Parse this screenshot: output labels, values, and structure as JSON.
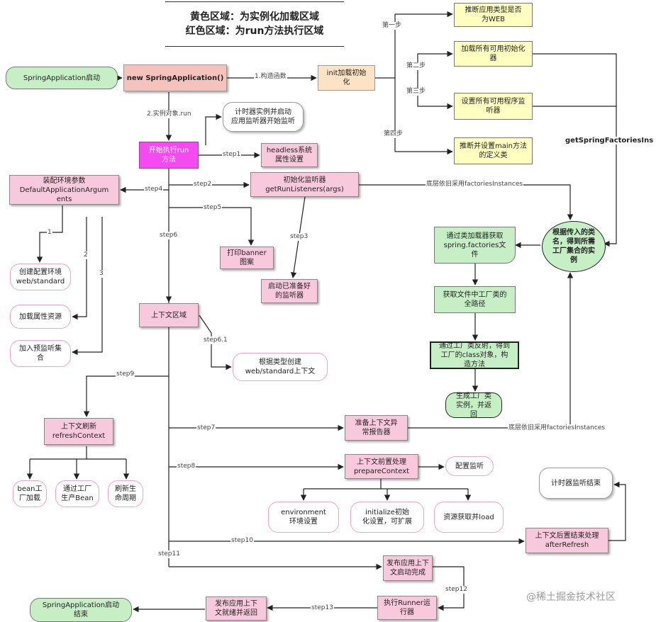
{
  "title": {
    "line1": "黄色区域：为实例化加载区域",
    "line2": "红色区域：为run方法执行区域"
  },
  "nodes": {
    "start": "SpringApplication启动",
    "new_app": "new SpringApplication()",
    "init": "init加载初始\n化",
    "deduce_web": "推断应用类型是否\n为WEB",
    "load_init": "加载所有可用初始化\n器",
    "set_listener": "设置所有可用程序监\n听器",
    "main_class": "推断并设置main方法\n的定义类",
    "timer_start": "计时器实例并启动\n应用监听器开始监听",
    "run_start": "开始执行run\n方法",
    "headless": "headless系统\n属性设置",
    "env_args": "装配环境参数\nDefaultApplicationArgum\nents",
    "run_listeners": "初始化监听器\ngetRunListeners(args)",
    "spring_factories": "通过类加载器获取\nspring.factories文\n件",
    "by_name": "根据传入的类\n名，得到所需\n工厂集合的实\n例",
    "create_env": "创建配置环境\nweb/standard",
    "print_banner": "打印banner\n图案",
    "started_listener": "启动已准备好\n的监听器",
    "load_props": "加载属性资源",
    "add_listener": "加入预监听集\n合",
    "ctx_area": "上下文区域",
    "factory_path": "获取文件中工厂类的\n全路径",
    "create_ctx": "根据类型创建\nweb/standard上下文",
    "reflect": "通过工厂类反射，得到\n工厂的class对象，构\n造方法",
    "gen_instance": "生成工厂类\n实例，并返\n回",
    "refresh": "上下文刷新\nrefreshContext",
    "exception_reporter": "准备上下文异\n常报告器",
    "prepare_ctx": "上下文前置处理\nprepareContext",
    "config_listen": "配置监听",
    "timer_end": "计时器监听结束",
    "bean_factory": "bean工\n厂加载",
    "factory_bean": "通过工厂\n生产Bean",
    "lifecycle": "刷新生\n命周期",
    "env_setting": "environment\n环境设置",
    "initialize": "initialize初始\n化设置，可扩展",
    "resource_load": "资源获取并load",
    "after_refresh": "上下文后置结束处理\nafterRefresh",
    "publish_started": "发布应用上下\n文启动完成",
    "runner": "执行Runner运\n行器",
    "publish_ready": "发布应用上下\n文就绪并返回",
    "end": "SpringApplication启动\n结束"
  },
  "labels": {
    "ctor": "1.构造函数",
    "run_call": "2.实例对象.run",
    "s1": "第一步",
    "s2": "第二步",
    "s3": "第三步",
    "s4": "第四步",
    "gsf": "getSpringFactoriesIns",
    "step1": "step1",
    "step2": "step2",
    "step3": "step3",
    "step4": "step4",
    "step5": "step5",
    "step6": "step6",
    "step61": "step6.1",
    "step7": "step7",
    "step8": "step8",
    "step9": "step9",
    "step10": "step10",
    "step11": "step11",
    "step12": "step12",
    "step13": "step13",
    "n1": "1",
    "n2": "2",
    "n3": "3",
    "under1": "底层依旧采用factoriesInstances",
    "under2": "底层依旧采用factoriesInstances"
  },
  "watermark": "@稀土掘金技术社区"
}
